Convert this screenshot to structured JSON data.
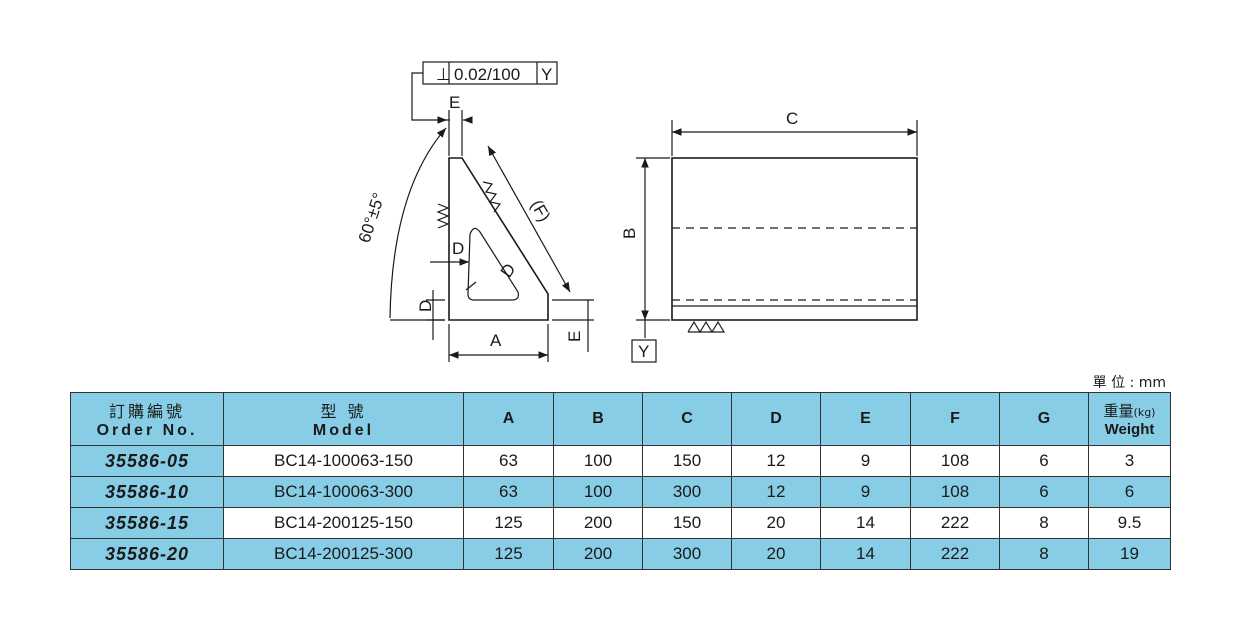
{
  "drawing": {
    "tolerance_symbol": "⊥",
    "tolerance_value": "0.02/100",
    "datum": "Y",
    "angle_label": "60°±5°",
    "dim_A": "A",
    "dim_B": "B",
    "dim_C": "C",
    "dim_D": "D",
    "dim_E": "E",
    "dim_F": "(F)"
  },
  "unit_note": "單 位 : mm",
  "table": {
    "headers": {
      "order_zh": "訂購編號",
      "order_en": "Order No.",
      "model_zh": "型 號",
      "model_en": "Model",
      "a": "A",
      "b": "B",
      "c": "C",
      "d": "D",
      "e": "E",
      "f": "F",
      "g": "G",
      "weight_zh": "重量",
      "weight_unit": "(kg)",
      "weight_en": "Weight"
    },
    "rows": [
      {
        "order": "35586-05",
        "model": "BC14-100063-150",
        "a": "63",
        "b": "100",
        "c": "150",
        "d": "12",
        "e": "9",
        "f": "108",
        "g": "6",
        "w": "3"
      },
      {
        "order": "35586-10",
        "model": "BC14-100063-300",
        "a": "63",
        "b": "100",
        "c": "300",
        "d": "12",
        "e": "9",
        "f": "108",
        "g": "6",
        "w": "6"
      },
      {
        "order": "35586-15",
        "model": "BC14-200125-150",
        "a": "125",
        "b": "200",
        "c": "150",
        "d": "20",
        "e": "14",
        "f": "222",
        "g": "8",
        "w": "9.5"
      },
      {
        "order": "35586-20",
        "model": "BC14-200125-300",
        "a": "125",
        "b": "200",
        "c": "300",
        "d": "20",
        "e": "14",
        "f": "222",
        "g": "8",
        "w": "19"
      }
    ]
  }
}
